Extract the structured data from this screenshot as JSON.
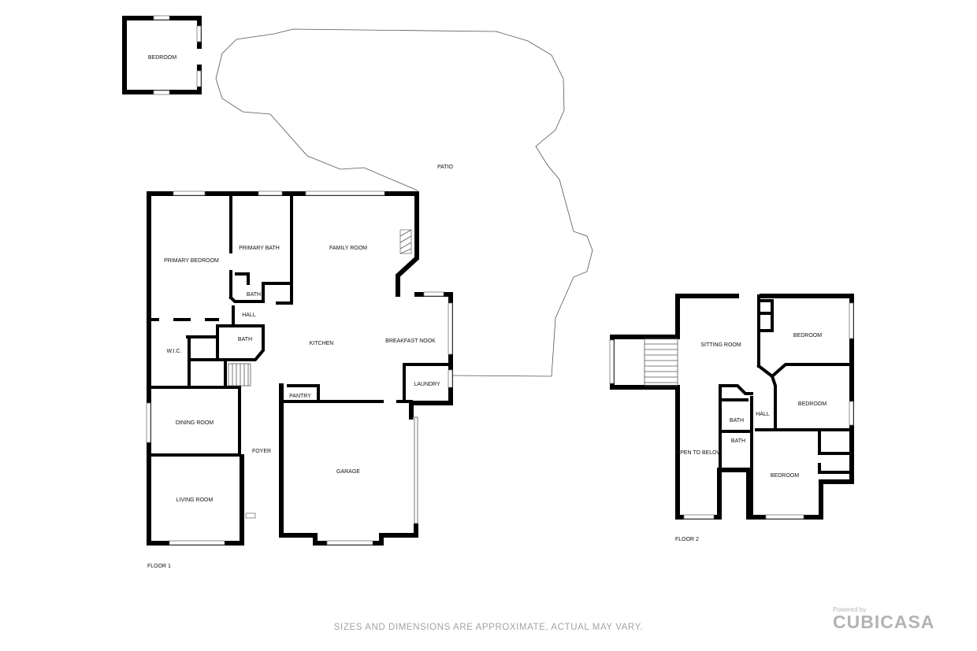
{
  "rooms": {
    "bedroom_detached": "BEDROOM",
    "patio": "PATIO",
    "primary_bedroom": "PRIMARY BEDROOM",
    "primary_bath": "PRIMARY BATH",
    "family_room": "FAMILY ROOM",
    "bath_1": "BATH",
    "hall_1": "HALL",
    "bath_2": "BATH",
    "wic": "W.I.C.",
    "kitchen": "KITCHEN",
    "breakfast_nook": "BREAKFAST NOOK",
    "laundry": "LAUNDRY",
    "pantry": "PANTRY",
    "dining_room": "DINING ROOM",
    "foyer": "FOYER",
    "garage": "GARAGE",
    "living_room": "LIVING ROOM",
    "sitting_room": "SITTING ROOM",
    "bedroom_2a": "BEDROOM",
    "bedroom_2b": "BEDROOM",
    "bedroom_2c": "BEDROOM",
    "hall_2": "HALL",
    "bath_3": "BATH",
    "bath_4": "BATH",
    "open_to_below": "OPEN TO BELOW"
  },
  "floors": {
    "floor1": "FLOOR 1",
    "floor2": "FLOOR 2"
  },
  "footer": {
    "disclaimer": "SIZES AND DIMENSIONS ARE APPROXIMATE, ACTUAL MAY VARY.",
    "powered_by": "Powered by",
    "brand": "CUBICASA"
  },
  "colors": {
    "wall": "#000000",
    "footer_text": "#a3a3a3",
    "brand": "#b3b3b3"
  }
}
